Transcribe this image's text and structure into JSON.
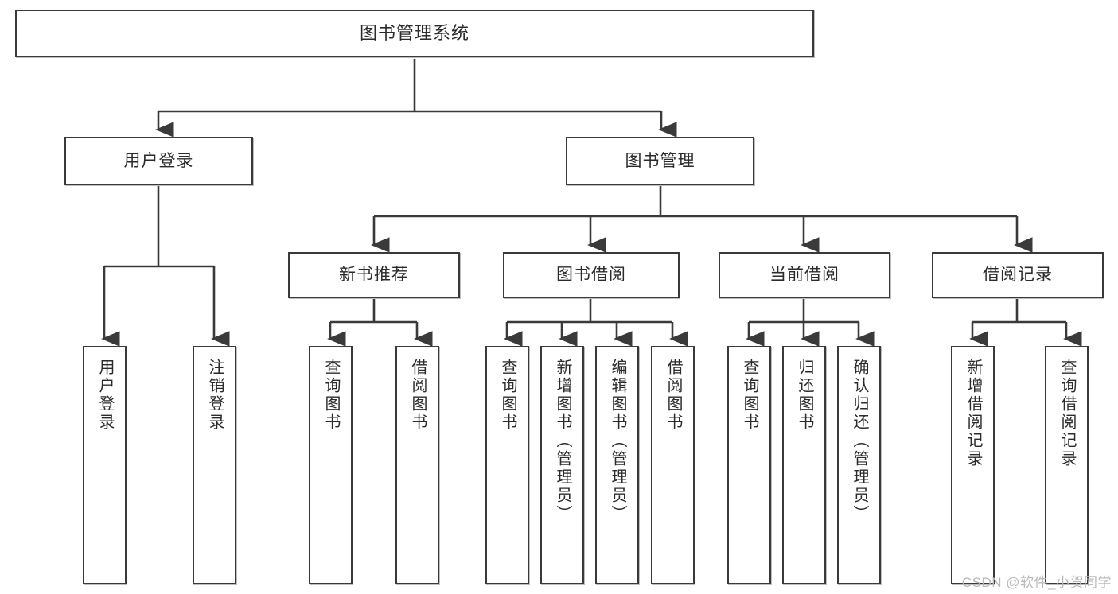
{
  "diagram": {
    "type": "tree",
    "title": "图书管理系统",
    "watermark": "CSDN @软件_小贺同学",
    "colors": {
      "stroke": "#3a3a3a",
      "background": "#ffffff",
      "text": "#2b2b2b",
      "watermark": "#b9b9b9"
    },
    "nodes": {
      "root": {
        "label": "图书管理系统"
      },
      "level2": [
        {
          "id": "user-login",
          "label": "用户登录"
        },
        {
          "id": "book-management",
          "label": "图书管理"
        }
      ],
      "level3": [
        {
          "id": "new-book-recommend",
          "label": "新书推荐"
        },
        {
          "id": "book-borrow",
          "label": "图书借阅"
        },
        {
          "id": "current-borrow",
          "label": "当前借阅"
        },
        {
          "id": "borrow-record",
          "label": "借阅记录"
        }
      ],
      "leaves": {
        "user-login": [
          {
            "id": "leaf-user-login",
            "label": "用户登录"
          },
          {
            "id": "leaf-logout-login",
            "label": "注销登录"
          }
        ],
        "new-book-recommend": [
          {
            "id": "leaf-query-book-1",
            "label": "查询图书"
          },
          {
            "id": "leaf-borrow-book-1",
            "label": "借阅图书"
          }
        ],
        "book-borrow": [
          {
            "id": "leaf-query-book-2",
            "label": "查询图书"
          },
          {
            "id": "leaf-add-book",
            "label": "新增图书（管理员）"
          },
          {
            "id": "leaf-edit-book",
            "label": "编辑图书（管理员）"
          },
          {
            "id": "leaf-borrow-book-2",
            "label": "借阅图书"
          }
        ],
        "current-borrow": [
          {
            "id": "leaf-query-book-3",
            "label": "查询图书"
          },
          {
            "id": "leaf-return-book",
            "label": "归还图书"
          },
          {
            "id": "leaf-confirm-return",
            "label": "确认归还（管理员）"
          }
        ],
        "borrow-record": [
          {
            "id": "leaf-add-record",
            "label": "新增借阅记录"
          },
          {
            "id": "leaf-query-record",
            "label": "查询借阅记录"
          }
        ]
      }
    }
  }
}
